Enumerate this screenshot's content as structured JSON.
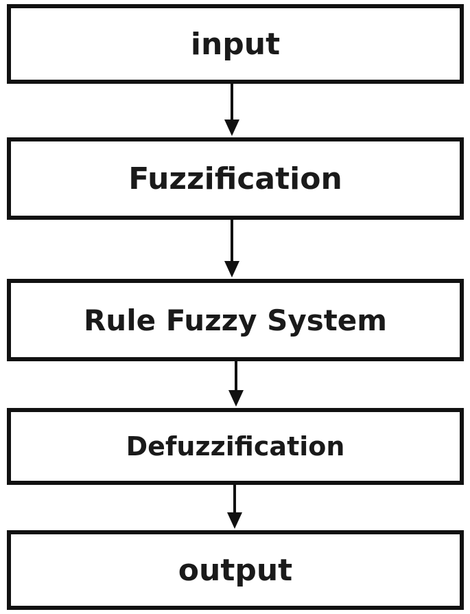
{
  "colors": {
    "border": "#111111",
    "text": "#1a1a1a",
    "background": "#ffffff"
  },
  "steps": [
    {
      "label": "input"
    },
    {
      "label": "Fuzzification"
    },
    {
      "label": "Rule Fuzzy System"
    },
    {
      "label": "Defuzzification"
    },
    {
      "label": "output"
    }
  ]
}
